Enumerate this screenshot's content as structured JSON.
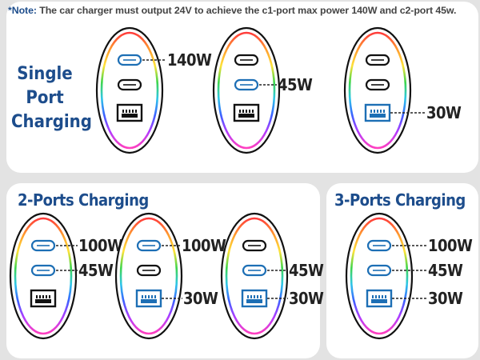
{
  "note": {
    "lead": "*Note:",
    "text": " The car charger must output 24V to achieve the c1-port max power 140W and c2-port 45w."
  },
  "headings": {
    "single_line1": "Single Port",
    "single_line2": "Charging",
    "two_ports": "2-Ports Charging",
    "three_ports": "3-Ports Charging"
  },
  "colors": {
    "active_port": "#1d6fb5",
    "idle_port": "#111111",
    "heading": "#1d4d8c"
  },
  "units": [
    {
      "id": "single-c1",
      "ports": [
        {
          "type": "usb-c",
          "active": true,
          "label": "140W"
        },
        {
          "type": "usb-c",
          "active": false,
          "label": ""
        },
        {
          "type": "usb-a",
          "active": false,
          "label": ""
        }
      ]
    },
    {
      "id": "single-c2",
      "ports": [
        {
          "type": "usb-c",
          "active": false,
          "label": ""
        },
        {
          "type": "usb-c",
          "active": true,
          "label": "45W"
        },
        {
          "type": "usb-a",
          "active": false,
          "label": ""
        }
      ]
    },
    {
      "id": "single-a",
      "ports": [
        {
          "type": "usb-c",
          "active": false,
          "label": ""
        },
        {
          "type": "usb-c",
          "active": false,
          "label": ""
        },
        {
          "type": "usb-a",
          "active": true,
          "label": "30W"
        }
      ]
    },
    {
      "id": "two-c1c2",
      "ports": [
        {
          "type": "usb-c",
          "active": true,
          "label": "100W"
        },
        {
          "type": "usb-c",
          "active": true,
          "label": "45W"
        },
        {
          "type": "usb-a",
          "active": false,
          "label": ""
        }
      ]
    },
    {
      "id": "two-c1a",
      "ports": [
        {
          "type": "usb-c",
          "active": true,
          "label": "100W"
        },
        {
          "type": "usb-c",
          "active": false,
          "label": ""
        },
        {
          "type": "usb-a",
          "active": true,
          "label": "30W"
        }
      ]
    },
    {
      "id": "two-c2a",
      "ports": [
        {
          "type": "usb-c",
          "active": false,
          "label": ""
        },
        {
          "type": "usb-c",
          "active": true,
          "label": "45W"
        },
        {
          "type": "usb-a",
          "active": true,
          "label": "30W"
        }
      ]
    },
    {
      "id": "three-all",
      "ports": [
        {
          "type": "usb-c",
          "active": true,
          "label": "100W"
        },
        {
          "type": "usb-c",
          "active": true,
          "label": "45W"
        },
        {
          "type": "usb-a",
          "active": true,
          "label": "30W"
        }
      ]
    }
  ]
}
